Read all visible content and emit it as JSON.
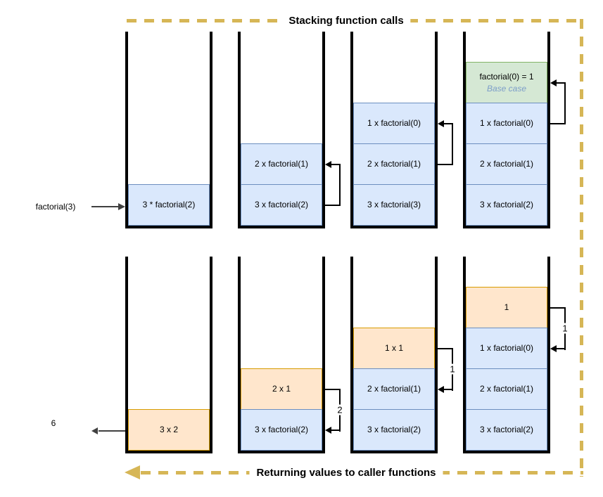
{
  "header": {
    "label": "Stacking function calls"
  },
  "footer": {
    "label": "Returning values to caller functions"
  },
  "colors": {
    "call_fill": "#dae8fc",
    "call_border": "#6c8ebf",
    "base_fill": "#d5e8d4",
    "base_border": "#82b366",
    "return_fill": "#ffe6cc",
    "return_border": "#d79b00",
    "flow_dash": "#d6b656",
    "stack_wall": "#000000",
    "base_note_text": "#7d9ec9"
  },
  "top_row": {
    "caller_label": "factorial(3)",
    "stacks": [
      {
        "cells": [
          {
            "text": "3 * factorial(2)"
          }
        ]
      },
      {
        "cells": [
          {
            "text": "2 x factorial(1)"
          },
          {
            "text": "3 x factorial(2)"
          }
        ]
      },
      {
        "cells": [
          {
            "text": "1 x factorial(0)"
          },
          {
            "text": "2 x factorial(1)"
          },
          {
            "text": "3 x factorial(3)"
          }
        ]
      },
      {
        "cells": [
          {
            "text": "factorial(0) = 1",
            "note": "Base case"
          },
          {
            "text": "1 x factorial(0)"
          },
          {
            "text": "2 x factorial(1)"
          },
          {
            "text": "3 x factorial(2)"
          }
        ]
      }
    ]
  },
  "bottom_row": {
    "result_label": "6",
    "stacks": [
      {
        "cells": [
          {
            "text": "3 x 2"
          }
        ]
      },
      {
        "cells": [
          {
            "text": "2 x 1"
          },
          {
            "text": "3 x factorial(2)"
          }
        ],
        "return_value": "2"
      },
      {
        "cells": [
          {
            "text": "1 x 1"
          },
          {
            "text": "2 x factorial(1)"
          },
          {
            "text": "3 x factorial(2)"
          }
        ],
        "return_value": "1"
      },
      {
        "cells": [
          {
            "text": "1"
          },
          {
            "text": "1 x factorial(0)"
          },
          {
            "text": "2 x factorial(1)"
          },
          {
            "text": "3 x factorial(2)"
          }
        ],
        "return_value": "1"
      }
    ]
  }
}
